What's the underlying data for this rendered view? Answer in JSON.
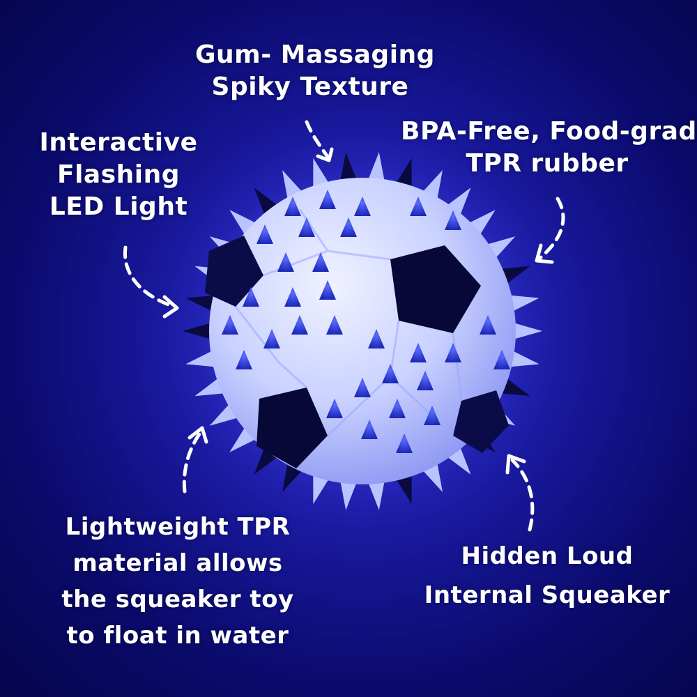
{
  "colors": {
    "background": "#1a1aa8",
    "glow": "#4848e8",
    "text": "#ffffff",
    "ball_panel_light": "#cfd6ff",
    "ball_panel_dark": "#0a0a40",
    "ball_spike": "#2a36d8"
  },
  "callouts": {
    "spiky_texture": {
      "lines": [
        "Gum- Massaging",
        "Spiky Texture"
      ]
    },
    "tpr_rubber": {
      "lines": [
        "BPA-Free, Food-grade",
        "TPR rubber"
      ]
    },
    "led_light": {
      "lines": [
        "Interactive",
        "Flashing",
        "LED Light"
      ]
    },
    "lightweight": {
      "lines": [
        "Lightweight TPR",
        "material allows",
        "the squeaker toy",
        "to float in water"
      ]
    },
    "squeaker": {
      "lines": [
        "Hidden Loud",
        "Internal Squeaker"
      ]
    }
  },
  "icons": [
    "dashed-arrow-icon"
  ]
}
